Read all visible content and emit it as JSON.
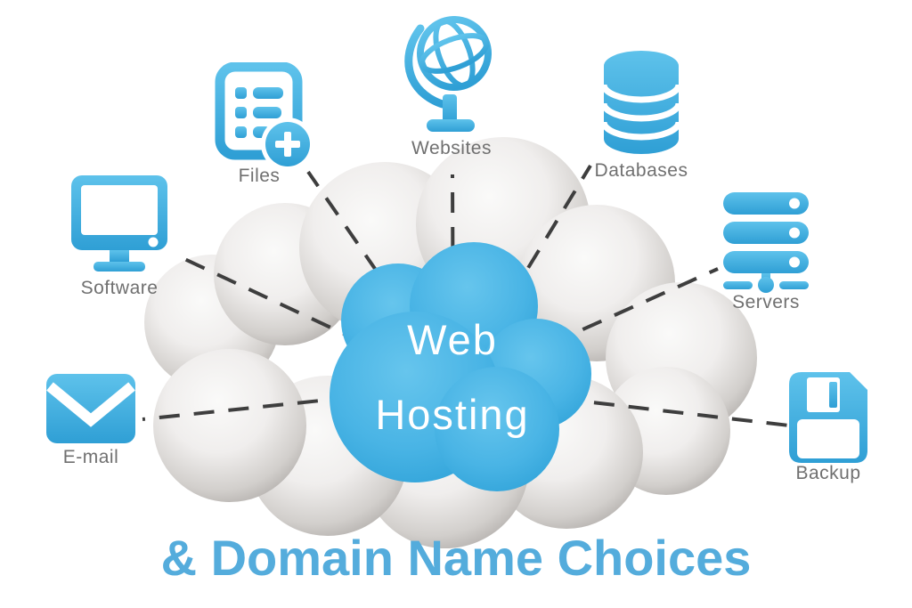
{
  "diagram": {
    "type": "cloud-network-diagram",
    "center": {
      "line1": "Web",
      "line2": "Hosting"
    },
    "nodes": [
      {
        "id": "software",
        "label": "Software",
        "icon": "monitor-icon",
        "position": "left-upper"
      },
      {
        "id": "files",
        "label": "Files",
        "icon": "document-plus-icon",
        "position": "top-left"
      },
      {
        "id": "websites",
        "label": "Websites",
        "icon": "globe-icon",
        "position": "top-center"
      },
      {
        "id": "databases",
        "label": "Databases",
        "icon": "database-icon",
        "position": "top-right"
      },
      {
        "id": "servers",
        "label": "Servers",
        "icon": "server-stack-icon",
        "position": "right-upper"
      },
      {
        "id": "backup",
        "label": "Backup",
        "icon": "floppy-disk-icon",
        "position": "right-lower"
      },
      {
        "id": "email",
        "label": "E-mail",
        "icon": "envelope-icon",
        "position": "left-lower"
      }
    ]
  },
  "footer": {
    "title": "& Domain Name Choices"
  },
  "colors": {
    "icon_blue_light": "#5ec2eb",
    "icon_blue_dark": "#2f9fd5",
    "cloud_blue": "#47b3e4",
    "cloud_gray_edge": "#aeaaa7",
    "title_blue": "#54acdc",
    "label_gray": "#707070",
    "connector_dark": "#3e3e3e",
    "background": "#ffffff"
  }
}
